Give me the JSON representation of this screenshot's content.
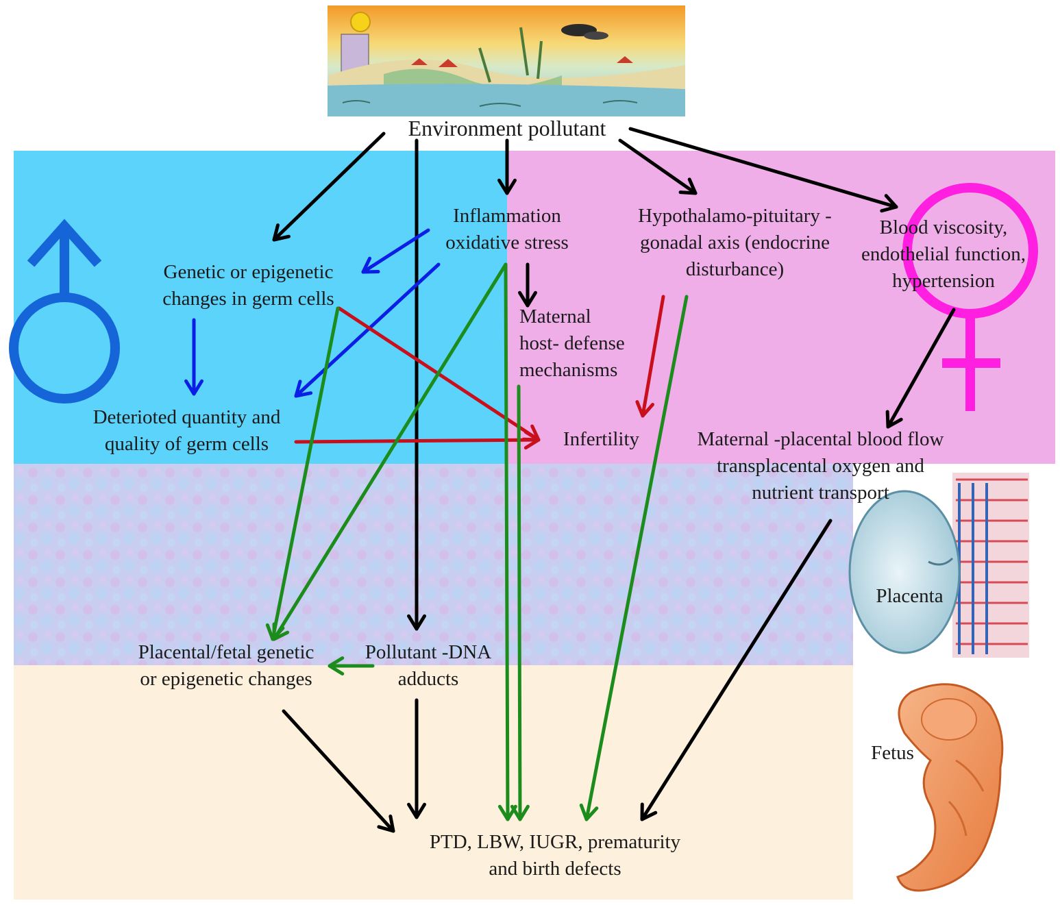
{
  "nodes": {
    "environment": [
      "Environment pollutant"
    ],
    "inflammation": [
      "Inflammation",
      "oxidative stress"
    ],
    "hpg_axis": [
      "Hypothalamo-pituitary -",
      "gonadal axis (endocrine",
      "disturbance)"
    ],
    "blood_viscosity": [
      "Blood viscosity,",
      "endothelial function,",
      "hypertension"
    ],
    "genetic_germ": [
      "Genetic or epigenetic",
      "changes in germ cells"
    ],
    "maternal_defense": [
      "Maternal",
      "host- defense",
      "mechanisms"
    ],
    "deteriorated": [
      "Deterioted quantity and",
      "quality of germ cells"
    ],
    "infertility": [
      "Infertility"
    ],
    "maternal_flow": [
      "Maternal -placental blood flow",
      "transplacental oxygen and",
      "nutrient transport"
    ],
    "placenta": [
      "Placenta"
    ],
    "placental_fetal": [
      "Placental/fetal genetic",
      "or epigenetic changes"
    ],
    "dna_adducts": [
      "Pollutant -DNA",
      "adducts"
    ],
    "fetus": [
      "Fetus"
    ],
    "outcomes": [
      "PTD, LBW, IUGR, prematurity",
      "and birth defects"
    ]
  },
  "colors": {
    "male_zone": "#5bd3fb",
    "female_zone": "#f0aee9",
    "male_symbol": "#1565d8",
    "female_symbol": "#ff1fe0",
    "arrow_black": "#000000",
    "arrow_blue": "#0a1ee6",
    "arrow_red": "#c8101c",
    "arrow_green": "#1c8c1c"
  },
  "icons": [
    "pollution-landscape-illustration",
    "male-symbol-icon",
    "female-symbol-icon",
    "placenta-illustration",
    "fetus-illustration"
  ]
}
